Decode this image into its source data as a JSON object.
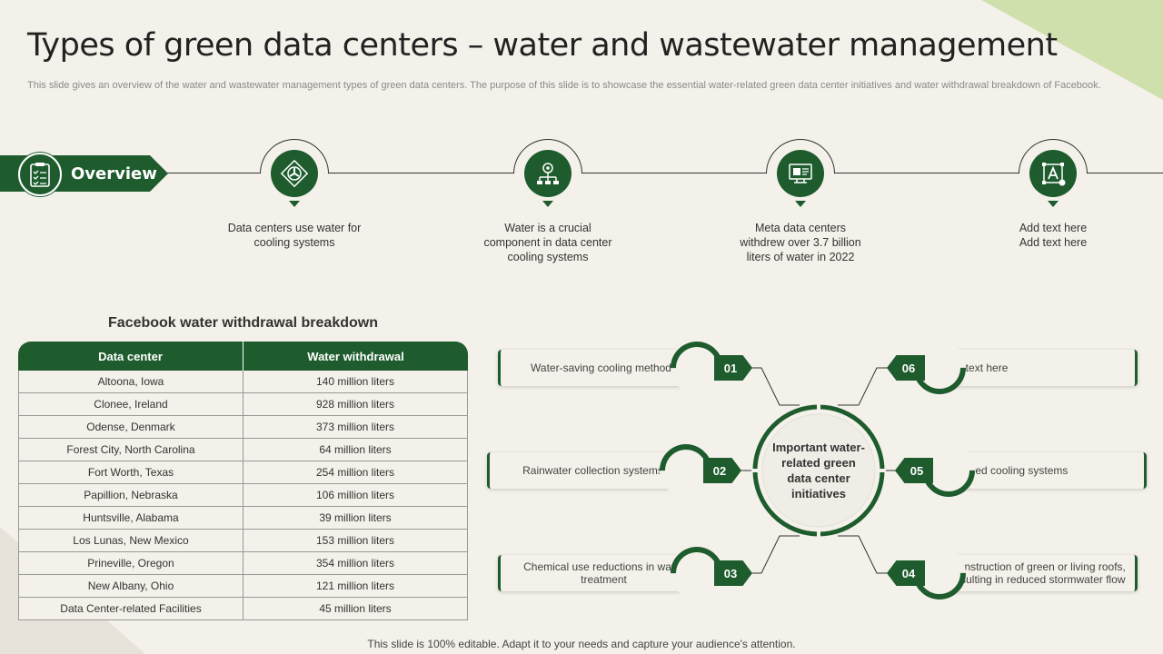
{
  "title": "Types of green data centers – water and wastewater management",
  "subtitle": "This slide gives an overview of the water and wastewater management types of green data centers. The purpose of this slide is to showcase the essential water-related green data center initiatives and water withdrawal breakdown of Facebook.",
  "overview_label": "Overview",
  "timeline": [
    {
      "icon": "fan-icon",
      "lines": [
        "Data centers use water for",
        "cooling systems"
      ]
    },
    {
      "icon": "network-gear-icon",
      "lines": [
        "Water is a crucial",
        "component in data center",
        "cooling systems"
      ]
    },
    {
      "icon": "monitor-code-icon",
      "lines": [
        "Meta data centers",
        "withdrew over 3.7 billion",
        "liters of water in 2022"
      ]
    },
    {
      "icon": "text-edit-icon",
      "lines": [
        "Add text here",
        "Add text here"
      ]
    }
  ],
  "table": {
    "title": "Facebook water withdrawal breakdown",
    "headers": [
      "Data center",
      "Water withdrawal"
    ],
    "rows": [
      [
        "Altoona, Iowa",
        "140 million liters"
      ],
      [
        "Clonee, Ireland",
        "928 million liters"
      ],
      [
        "Odense, Denmark",
        "373 million liters"
      ],
      [
        "Forest City,  North Carolina",
        "64 million liters"
      ],
      [
        "Fort Worth, Texas",
        "254 million liters"
      ],
      [
        "Papillion, Nebraska",
        "106 million liters"
      ],
      [
        "Huntsville, Alabama",
        "39 million liters"
      ],
      [
        "Los Lunas, New Mexico",
        "153 million liters"
      ],
      [
        "Prineville, Oregon",
        "354 million liters"
      ],
      [
        "New Albany,  Ohio",
        "121 million liters"
      ],
      [
        "Data Center-related Facilities",
        "45 million liters"
      ]
    ]
  },
  "hub": "Important water-related green data center initiatives",
  "initiatives": [
    {
      "num": "01",
      "text": "Water-saving cooling methods"
    },
    {
      "num": "02",
      "text": "Rainwater collection systems"
    },
    {
      "num": "03",
      "text": "Chemical use reductions in water treatment"
    },
    {
      "num": "04",
      "text": "Construction of green or living roofs, resulting in reduced stormwater flow"
    },
    {
      "num": "05",
      "text": "Shared cooling systems"
    },
    {
      "num": "06",
      "text": "Add text here"
    }
  ],
  "footer": "This slide is 100% editable. Adapt it to your needs and capture your audience's attention.",
  "colors": {
    "primary": "#1e5c2e",
    "background": "#f4f1ea",
    "accent": "#cfe0ad"
  }
}
